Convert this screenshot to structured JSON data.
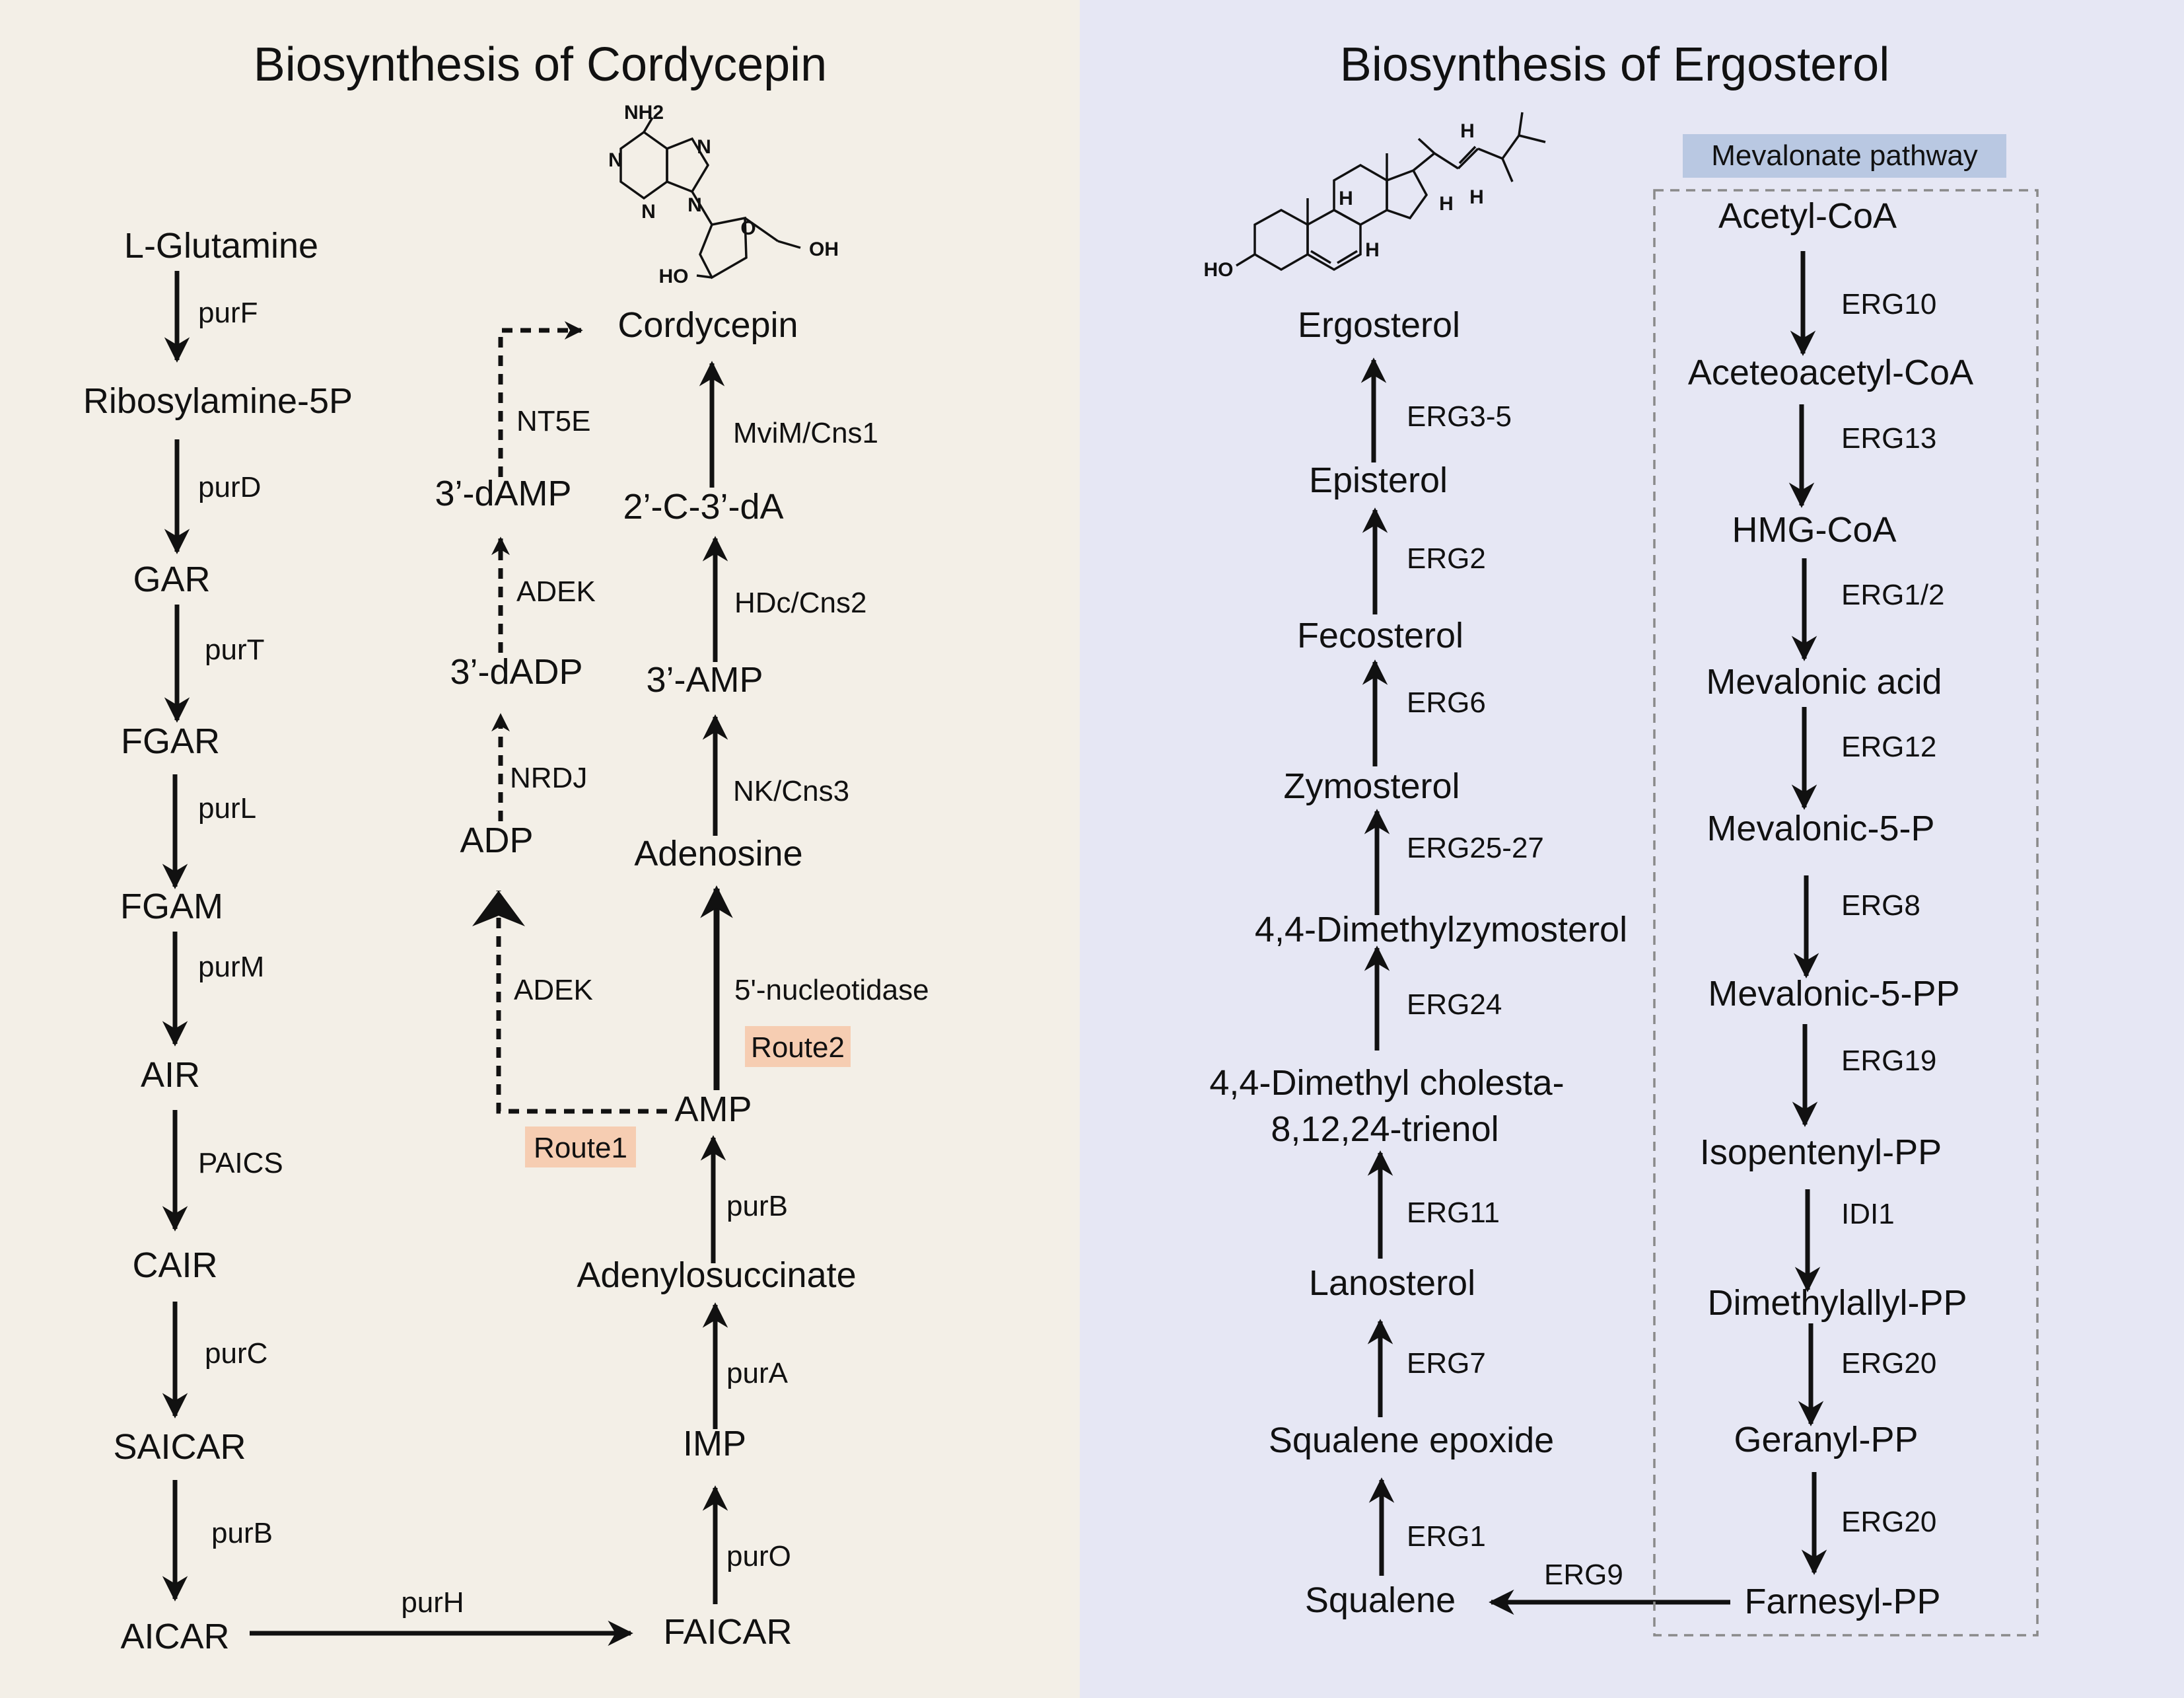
{
  "colors": {
    "left_background": "#f3efe7",
    "right_background": "#e6e7f4",
    "route_highlight": "#f6cdb2",
    "mevalonate_label": "#b9c8e2",
    "ink": "#111111",
    "box_border": "#8a8a8a"
  },
  "titles": {
    "cordycepin": "Biosynthesis of Cordycepin",
    "ergosterol": "Biosynthesis of Ergosterol"
  },
  "purine": {
    "nodes": [
      "L-Glutamine",
      "Ribosylamine-5P",
      "GAR",
      "FGAR",
      "FGAM",
      "AIR",
      "CAIR",
      "SAICAR",
      "AICAR"
    ],
    "enzymes": [
      "purF",
      "purD",
      "purT",
      "purL",
      "purM",
      "PAICS",
      "purC",
      "purB"
    ],
    "to_faicar_enzyme": "purH"
  },
  "route2": {
    "nodes": [
      "FAICAR",
      "IMP",
      "Adenylosuccinate",
      "AMP",
      "Adenosine",
      "3’-AMP",
      "2’-C-3’-dA",
      "Cordycepin"
    ],
    "enzymes": [
      "purO",
      "purA",
      "purB",
      "5'-nucleotidase",
      "NK/Cns3",
      "HDc/Cns2",
      "MviM/Cns1"
    ],
    "label": "Route2"
  },
  "route1": {
    "nodes": [
      "ADP",
      "3’-dADP",
      "3’-dAMP"
    ],
    "enzymes": [
      "ADEK",
      "NRDJ",
      "ADEK",
      "NT5E"
    ],
    "label": "Route1"
  },
  "ergosterol_chain": {
    "nodes": [
      "Squalene",
      "Squalene epoxide",
      "Lanosterol",
      "4,4-Dimethyl cholesta-",
      "8,12,24-trienol",
      "4,4-Dimethylzymosterol",
      "Zymosterol",
      "Fecosterol",
      "Episterol",
      "Ergosterol"
    ],
    "enzymes": [
      "ERG1",
      "ERG7",
      "ERG11",
      "ERG24",
      "ERG25-27",
      "ERG6",
      "ERG2",
      "ERG3-5"
    ],
    "farnesyl_to_squalene_enzyme": "ERG9"
  },
  "mevalonate": {
    "label": "Mevalonate pathway",
    "nodes": [
      "Acetyl-CoA",
      "Aceteoacetyl-CoA",
      "HMG-CoA",
      "Mevalonic acid",
      "Mevalonic-5-P",
      "Mevalonic-5-PP",
      "Isopentenyl-PP",
      "Dimethylallyl-PP",
      "Geranyl-PP",
      "Farnesyl-PP"
    ],
    "enzymes": [
      "ERG10",
      "ERG13",
      "ERG1/2",
      "ERG12",
      "ERG8",
      "ERG19",
      "IDI1",
      "ERG20",
      "ERG20"
    ]
  },
  "structures": {
    "cordycepin_atoms": [
      "NH2",
      "N",
      "N",
      "N",
      "N",
      "O",
      "OH",
      "HO"
    ],
    "ergosterol_atoms": [
      "HO",
      "H",
      "H",
      "H",
      "H",
      "H"
    ]
  }
}
